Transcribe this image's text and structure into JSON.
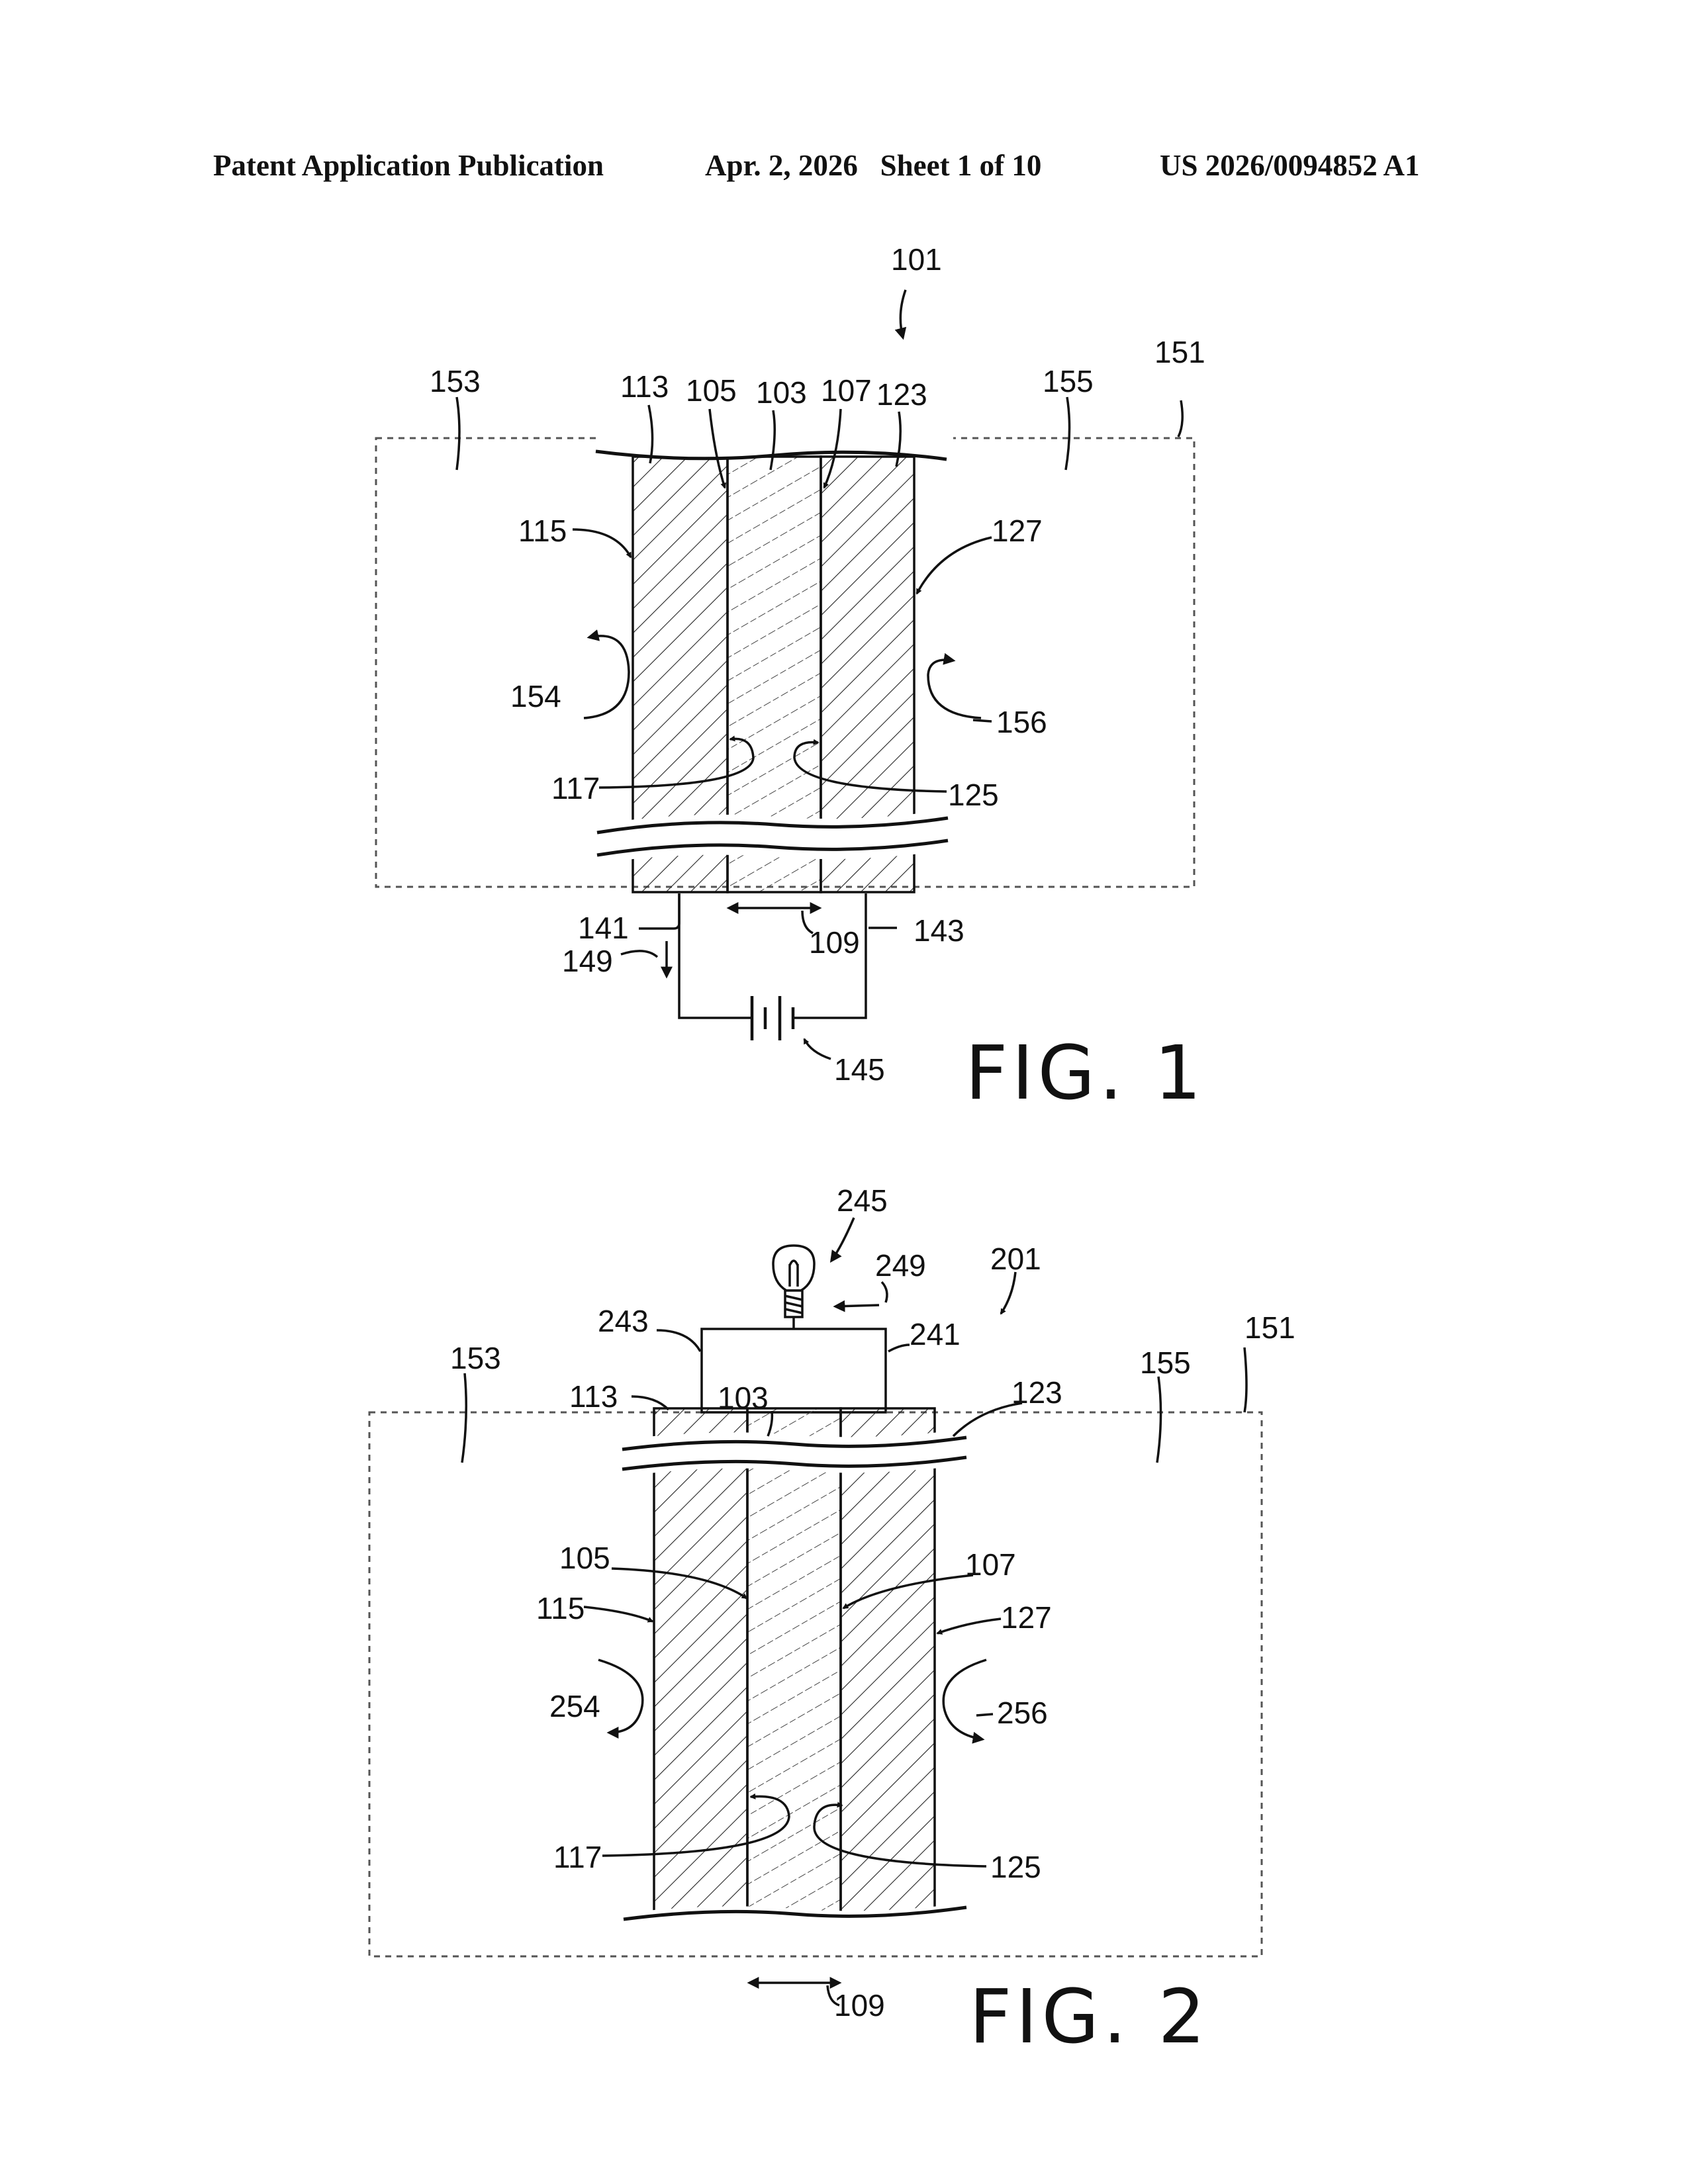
{
  "header": {
    "left": "Patent Application Publication",
    "date_sheet": "Apr. 2, 2026   Sheet 1 of 10",
    "number": "US 2026/0094852 A1"
  },
  "fig1": {
    "caption": "FIG. 1",
    "labels": {
      "r101": "101",
      "r151": "151",
      "r153": "153",
      "r155": "155",
      "r113": "113",
      "r105": "105",
      "r103": "103",
      "r107": "107",
      "r123": "123",
      "r115": "115",
      "r127": "127",
      "r154": "154",
      "r156": "156",
      "r117": "117",
      "r125": "125",
      "r141": "141",
      "r143": "143",
      "r109": "109",
      "r149": "149",
      "r145": "145"
    }
  },
  "fig2": {
    "caption": "FIG. 2",
    "labels": {
      "r245": "245",
      "r249": "249",
      "r201": "201",
      "r243": "243",
      "r241": "241",
      "r151": "151",
      "r153": "153",
      "r155": "155",
      "r113": "113",
      "r103": "103",
      "r123": "123",
      "r105": "105",
      "r107": "107",
      "r115": "115",
      "r127": "127",
      "r254": "254",
      "r256": "256",
      "r117": "117",
      "r125": "125",
      "r109": "109"
    }
  },
  "icons": [
    "battery-icon",
    "light-bulb-icon"
  ],
  "colors": {
    "ink": "#111111",
    "paper": "#ffffff"
  }
}
